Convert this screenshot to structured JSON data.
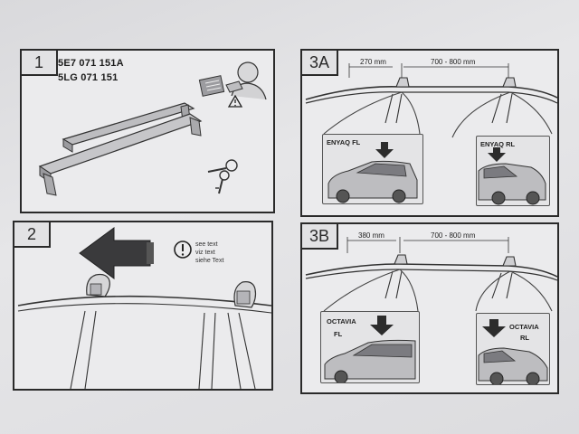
{
  "panels": {
    "p1": {
      "number": "1",
      "part_numbers": [
        "5E7 071 151A",
        "5LG 071 151"
      ]
    },
    "p2": {
      "number": "2",
      "note_lines": [
        "see text",
        "viz text",
        "siehe Text"
      ]
    },
    "p3a": {
      "number": "3A",
      "dim_left": "270 mm",
      "dim_right": "700 - 800 mm",
      "inset_left": "ENYAQ FL",
      "inset_right": "ENYAQ RL"
    },
    "p3b": {
      "number": "3B",
      "dim_left": "380 mm",
      "dim_right": "700 - 800 mm",
      "inset_left_lines": [
        "OCTAVIA",
        "FL"
      ],
      "inset_right_lines": [
        "OCTAVIA",
        "RL"
      ]
    }
  },
  "icons": [
    "roof-bars-icon",
    "instruction-booklet-icon",
    "mechanic-icon",
    "warning-icon",
    "keys-icon",
    "arrow-left-icon",
    "exclamation-circle-icon",
    "arrow-down-icon"
  ]
}
